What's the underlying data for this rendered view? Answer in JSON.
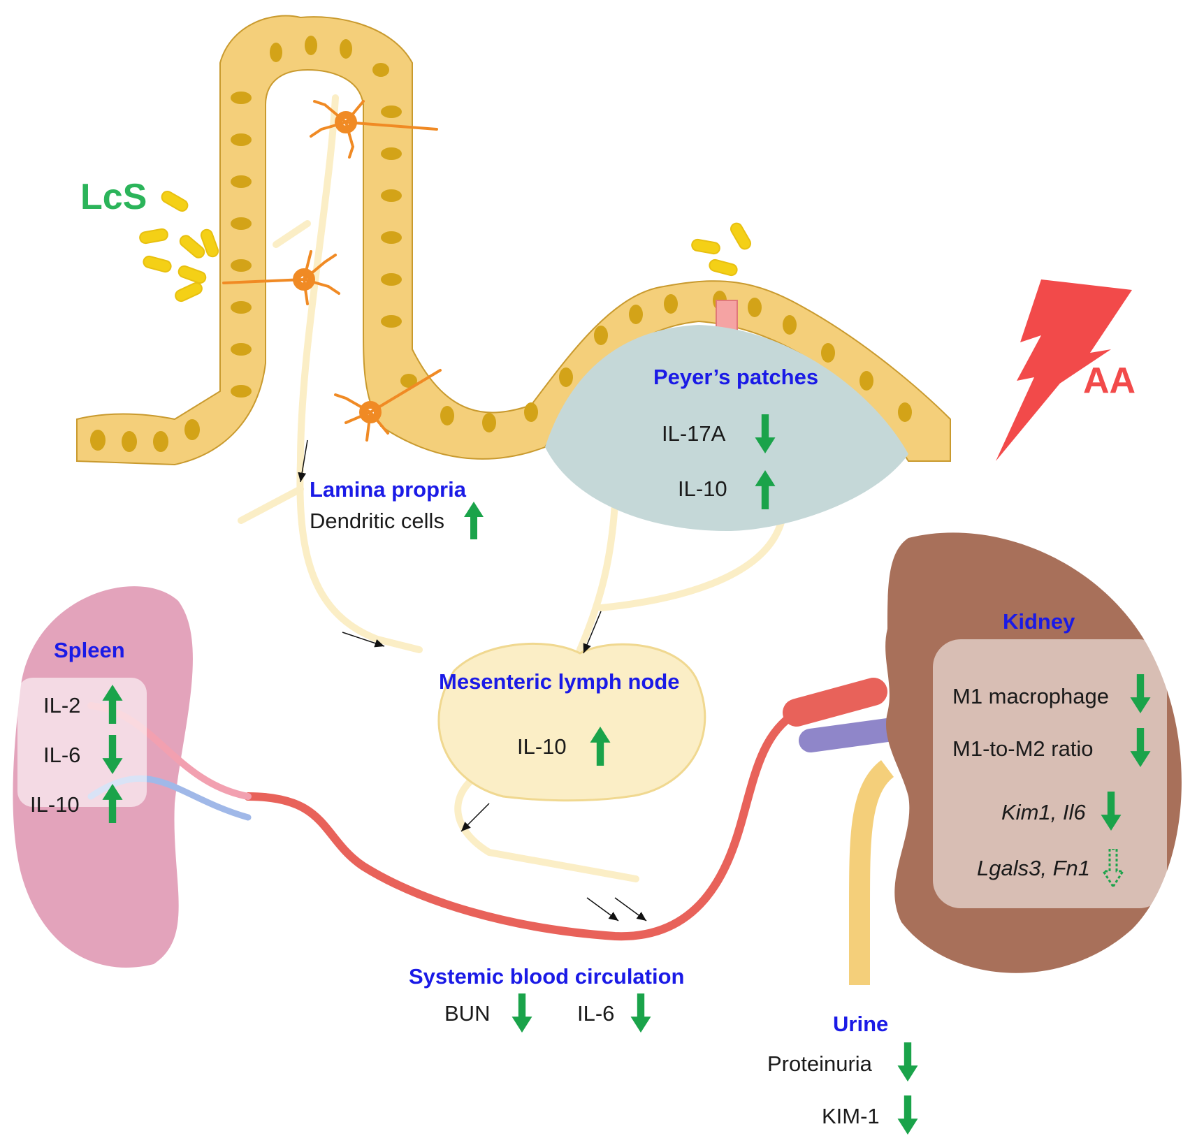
{
  "colors": {
    "heading": "#1a1ae6",
    "value_text": "#1a1a1a",
    "treatment": "#2bb45a",
    "injury": "#f24a4a",
    "arrow": "#1aa34a",
    "epithelium": "#f4cf7a",
    "lymph": "#fbeec6",
    "peyers_patch": "#c5d8d8",
    "spleen": "#e3a3bb",
    "kidney": "#a8705a",
    "artery": "#e8625a",
    "vein": "#8f86c9"
  },
  "labels": {
    "lcs": "LcS",
    "aa": "AA"
  },
  "lamina_propria": {
    "title": "Lamina propria",
    "item": "Dendritic cells",
    "direction": "up"
  },
  "peyers_patches": {
    "title": "Peyer’s patches",
    "items": [
      {
        "label": "IL-17A",
        "direction": "down"
      },
      {
        "label": "IL-10",
        "direction": "up"
      }
    ]
  },
  "mesenteric_lymph_node": {
    "title": "Mesenteric lymph node",
    "items": [
      {
        "label": "IL-10",
        "direction": "up"
      }
    ]
  },
  "spleen": {
    "title": "Spleen",
    "items": [
      {
        "label": "IL-2",
        "direction": "up"
      },
      {
        "label": "IL-6",
        "direction": "down"
      },
      {
        "label": "IL-10",
        "direction": "up"
      }
    ]
  },
  "kidney": {
    "title": "Kidney",
    "items": [
      {
        "label": "M1 macrophage",
        "direction": "down",
        "italic": false
      },
      {
        "label": "M1-to-M2 ratio",
        "direction": "down",
        "italic": false
      },
      {
        "label": "Kim1, Il6",
        "direction": "down",
        "italic": true
      },
      {
        "label": "Lgals3, Fn1",
        "direction": "down-dashed",
        "italic": true
      }
    ]
  },
  "systemic_circulation": {
    "title": "Systemic blood circulation",
    "items": [
      {
        "label": "BUN",
        "direction": "down"
      },
      {
        "label": "IL-6",
        "direction": "down"
      }
    ]
  },
  "urine": {
    "title": "Urine",
    "items": [
      {
        "label": "Proteinuria",
        "direction": "down"
      },
      {
        "label": "KIM-1",
        "direction": "down"
      }
    ]
  }
}
